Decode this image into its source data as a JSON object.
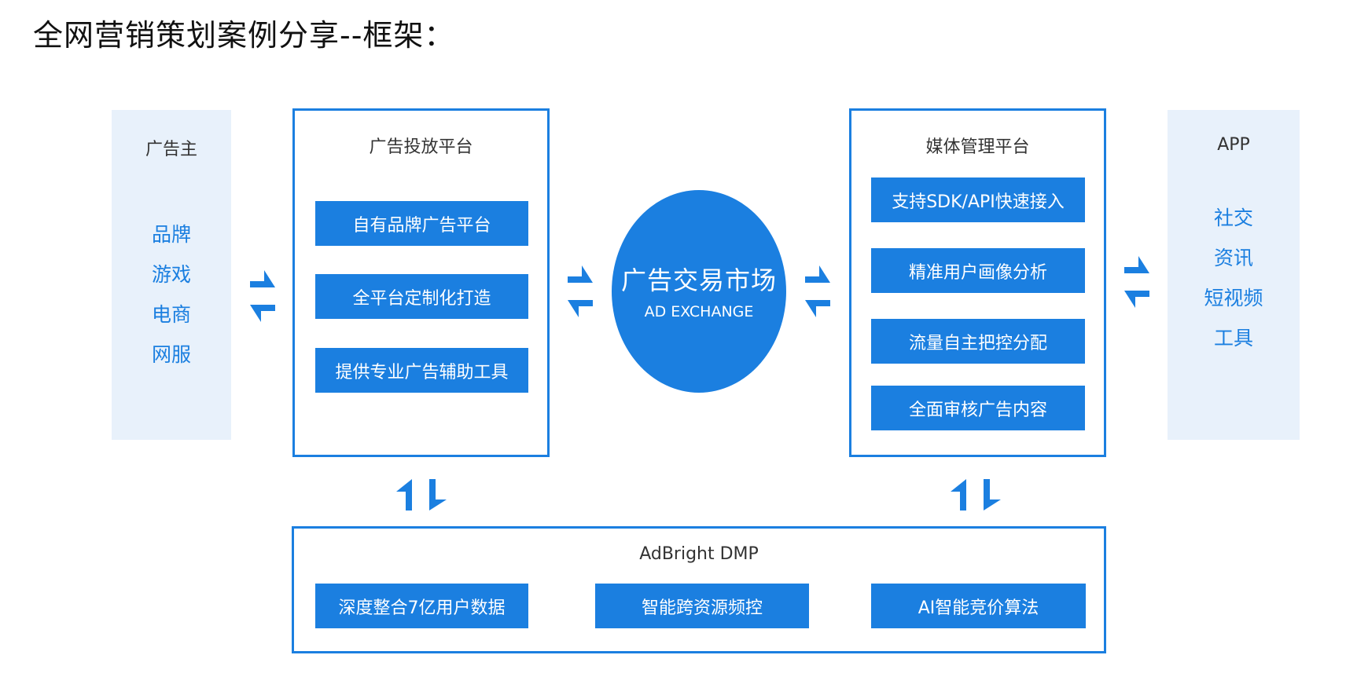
{
  "page_title": "全网营销策划案例分享--框架：",
  "advertiser": {
    "title": "广告主",
    "items": [
      "品牌",
      "游戏",
      "电商",
      "网服"
    ]
  },
  "ad_platform": {
    "title": "广告投放平台",
    "items": [
      "自有品牌广告平台",
      "全平台定制化打造",
      "提供专业广告辅助工具"
    ]
  },
  "exchange": {
    "title_cn": "广告交易市场",
    "title_en": "AD EXCHANGE"
  },
  "media_platform": {
    "title": "媒体管理平台",
    "items": [
      "支持SDK/API快速接入",
      "精准用户画像分析",
      "流量自主把控分配",
      "全面审核广告内容"
    ]
  },
  "app": {
    "title": "APP",
    "items": [
      "社交",
      "资讯",
      "短视频",
      "工具"
    ]
  },
  "dmp": {
    "title": "AdBright DMP",
    "items": [
      "深度整合7亿用户数据",
      "智能跨资源频控",
      "AI智能竞价算法"
    ]
  },
  "colors": {
    "accent": "#1b7fe0",
    "panel_bg": "#e8f1fb",
    "text_dark": "#333333"
  },
  "icons": {
    "horizontal_arrows": "exchange-arrows-horizontal-icon",
    "vertical_arrows": "exchange-arrows-vertical-icon"
  }
}
